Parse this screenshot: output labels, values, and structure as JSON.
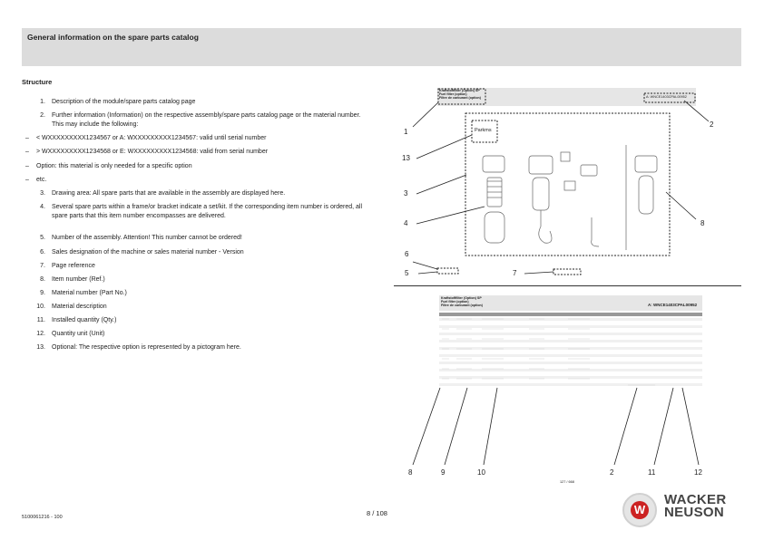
{
  "header": {
    "title": "General information on the spare parts catalog"
  },
  "section": {
    "heading": "Structure"
  },
  "items": [
    {
      "n": "1.",
      "t": "Description of the module/spare parts catalog page"
    },
    {
      "n": "2.",
      "t": "Further information (Information) on the respective assembly/spare parts catalog page or the material number. This may include the following:"
    },
    {
      "n": "–",
      "t": "< WXXXXXXXXX1234567 or A: WXXXXXXXXX1234567: valid until serial number"
    },
    {
      "n": "–",
      "t": "> WXXXXXXXXX1234568 or E: WXXXXXXXXX1234568: valid from serial number"
    },
    {
      "n": "–",
      "t": "Option: this material is only needed for a specific option"
    },
    {
      "n": "–",
      "t": "etc."
    },
    {
      "n": "3.",
      "t": "Drawing area: All spare parts that are available in the assembly are displayed here."
    },
    {
      "n": "4.",
      "t": "Several spare parts within a frame/or bracket indicate a set/kit. If the corresponding item number is ordered, all spare parts that this item number encompasses are delivered."
    },
    {
      "n": "5.",
      "t": "Number of the assembly. Attention! This number cannot be ordered!"
    },
    {
      "n": "6.",
      "t": "Sales designation of the machine or sales material number - Version"
    },
    {
      "n": "7.",
      "t": "Page reference"
    },
    {
      "n": "8.",
      "t": "Item number (Ref.)"
    },
    {
      "n": "9.",
      "t": "Material number (Part No.)"
    },
    {
      "n": "10.",
      "t": "Material description"
    },
    {
      "n": "11.",
      "t": "Installed quantity (Qty.)"
    },
    {
      "n": "12.",
      "t": "Quantity unit (Unit)"
    },
    {
      "n": "13.",
      "t": "Optional: The respective option is represented by a pictogram here."
    }
  ],
  "figure_top": {
    "title_lines": [
      "Kraftstofffilter (Option) SP",
      "Fuel filter (option)",
      "Filtre de carburant (option)"
    ],
    "right_label": "A: WNCE1403CPAL00952",
    "pictogram_label": "Parkms",
    "callouts": [
      "1",
      "2",
      "13",
      "3",
      "4",
      "8",
      "6",
      "5",
      "7"
    ]
  },
  "figure_bottom": {
    "title_lines": [
      "Kraftstofffilter (Option) SP",
      "Fuel filter (option)",
      "Filtre de carburant (option)"
    ],
    "right_label": "A: WNCE1403CPAL00952",
    "page_ref": "127 / 668",
    "callouts": [
      "8",
      "9",
      "10",
      "2",
      "11",
      "12"
    ]
  },
  "footer": {
    "doc_number": "5100061216 - 100",
    "page": "8 / 108",
    "brand_line1": "WACKER",
    "brand_line2": "NEUSON",
    "logo_letter": "W"
  }
}
